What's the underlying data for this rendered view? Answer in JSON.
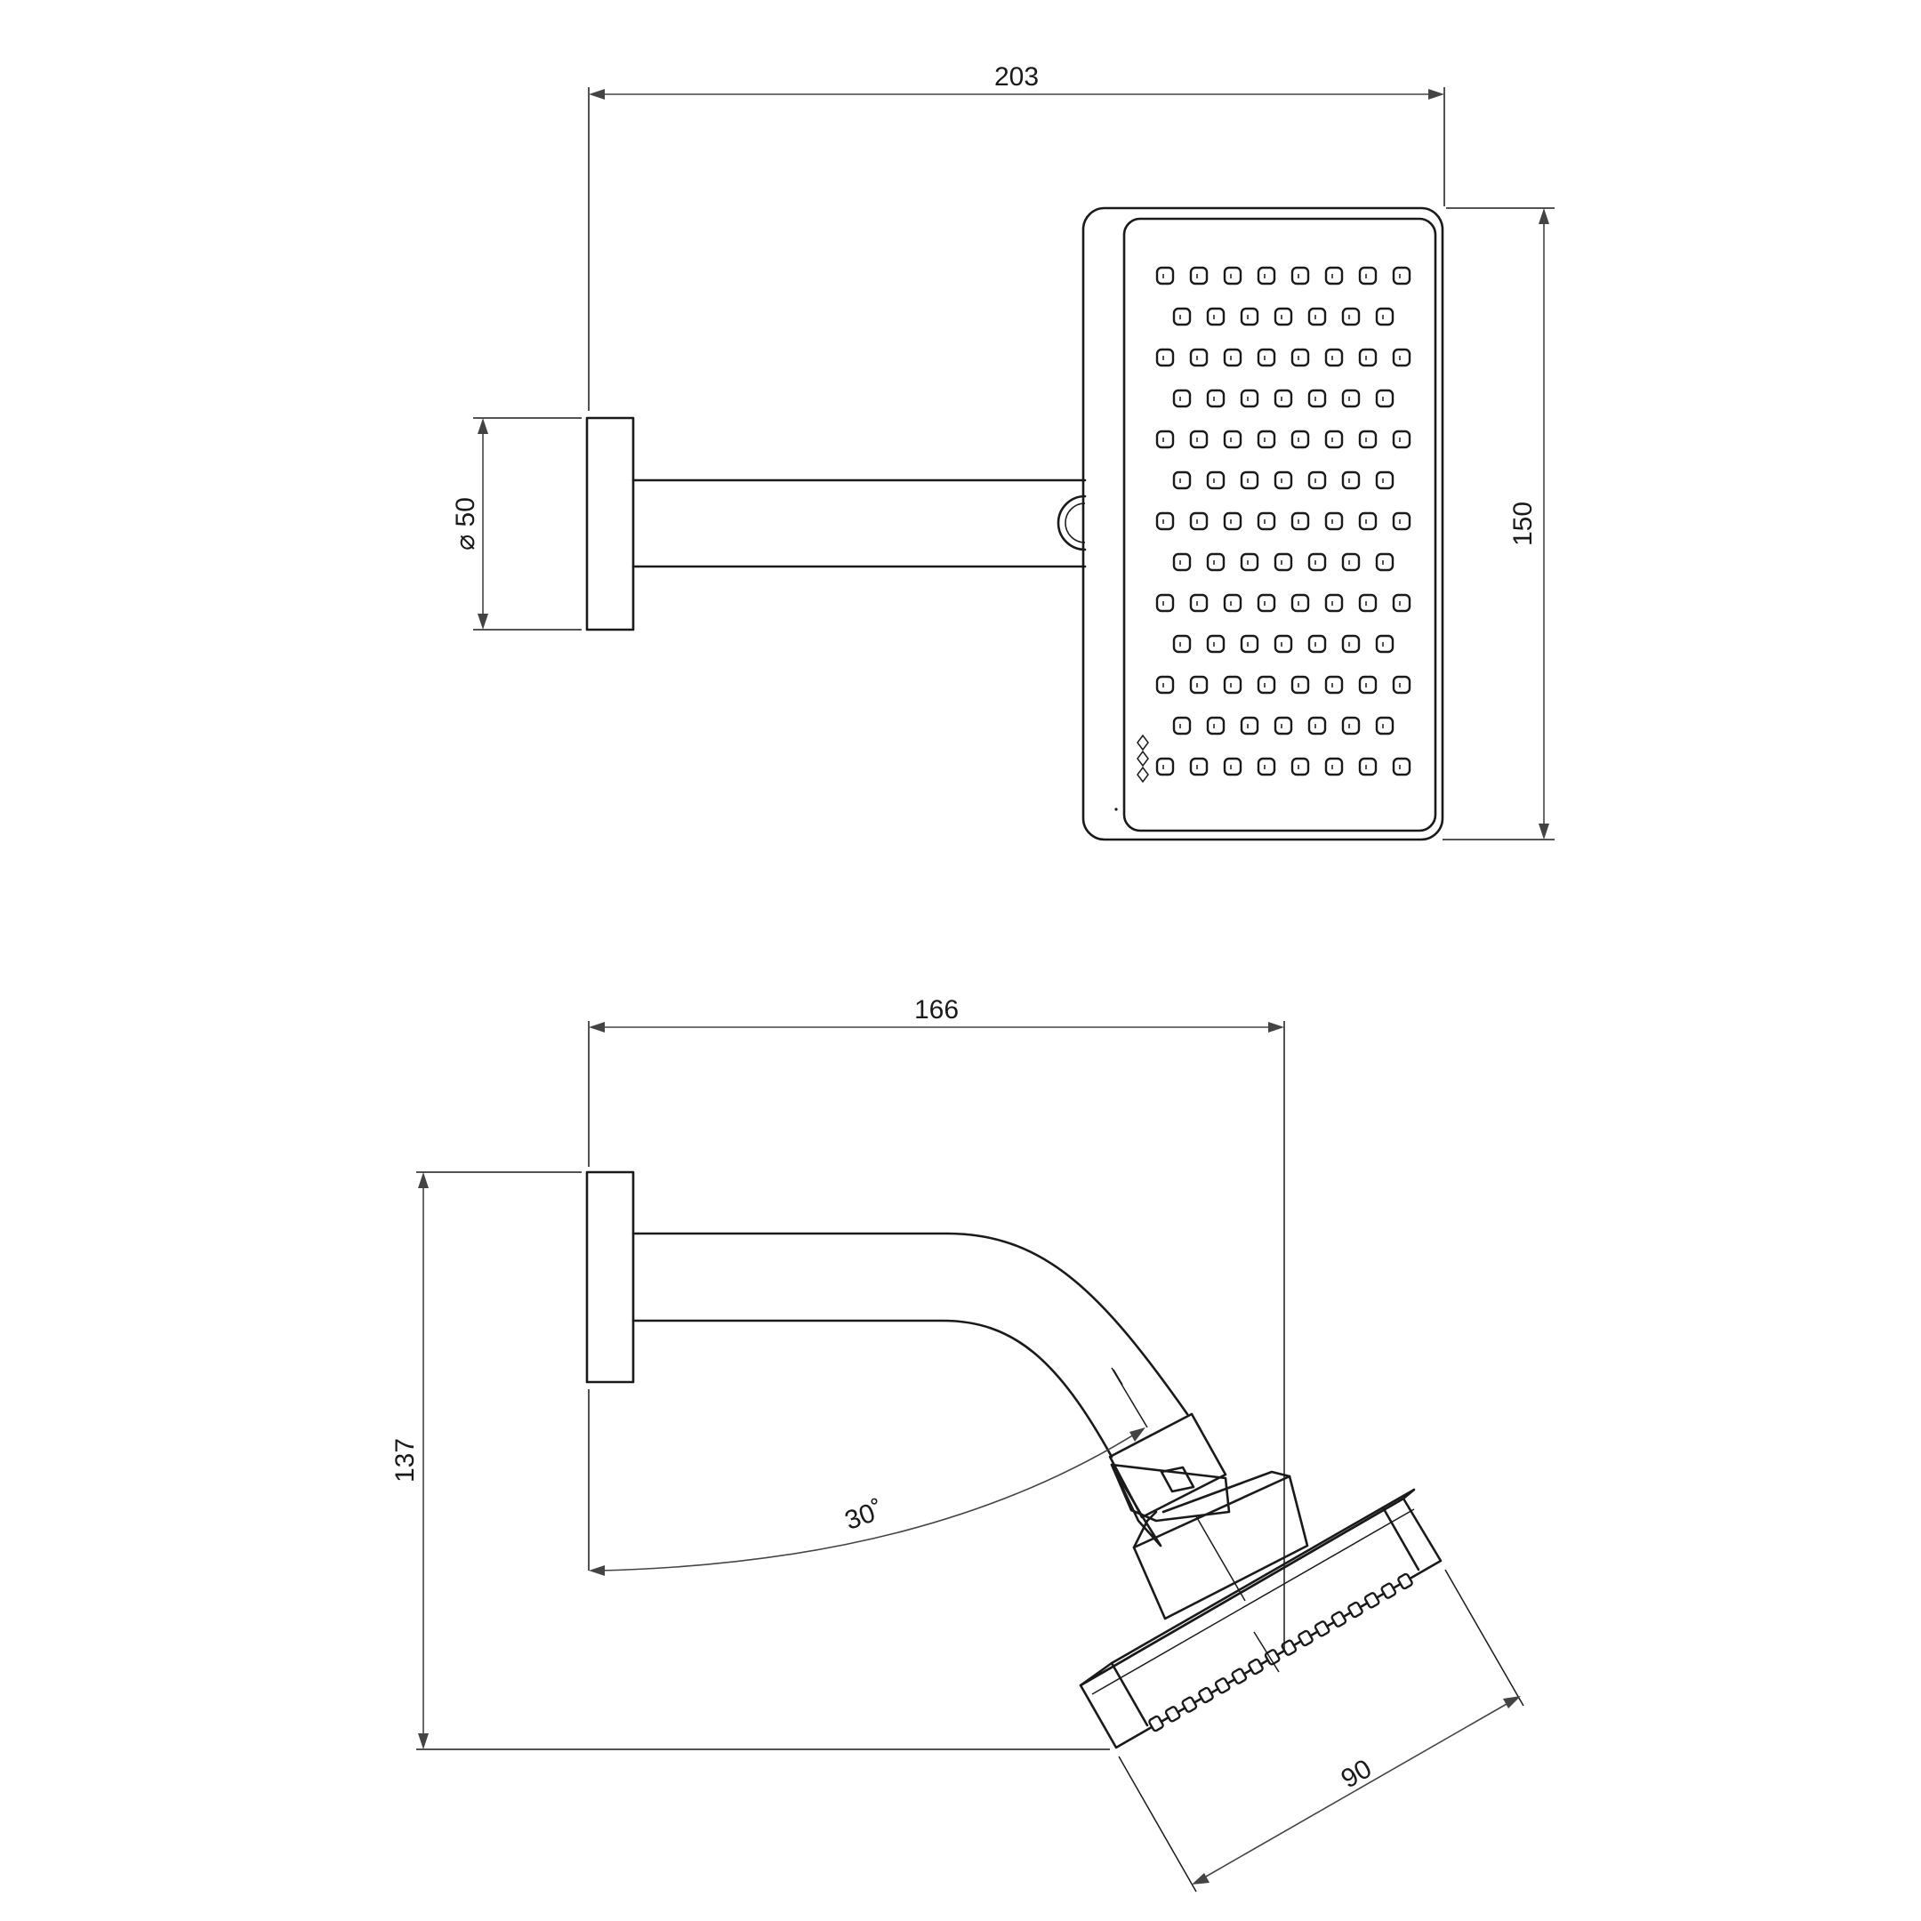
{
  "dimensions": {
    "top_width": "203",
    "top_height": "150",
    "flange_diameter": "⌀ 50",
    "side_reach": "166",
    "side_height": "137",
    "tilt_angle": "30˚",
    "head_size": "90"
  },
  "icons": {
    "brand_mark": "brand-logo-icon"
  }
}
